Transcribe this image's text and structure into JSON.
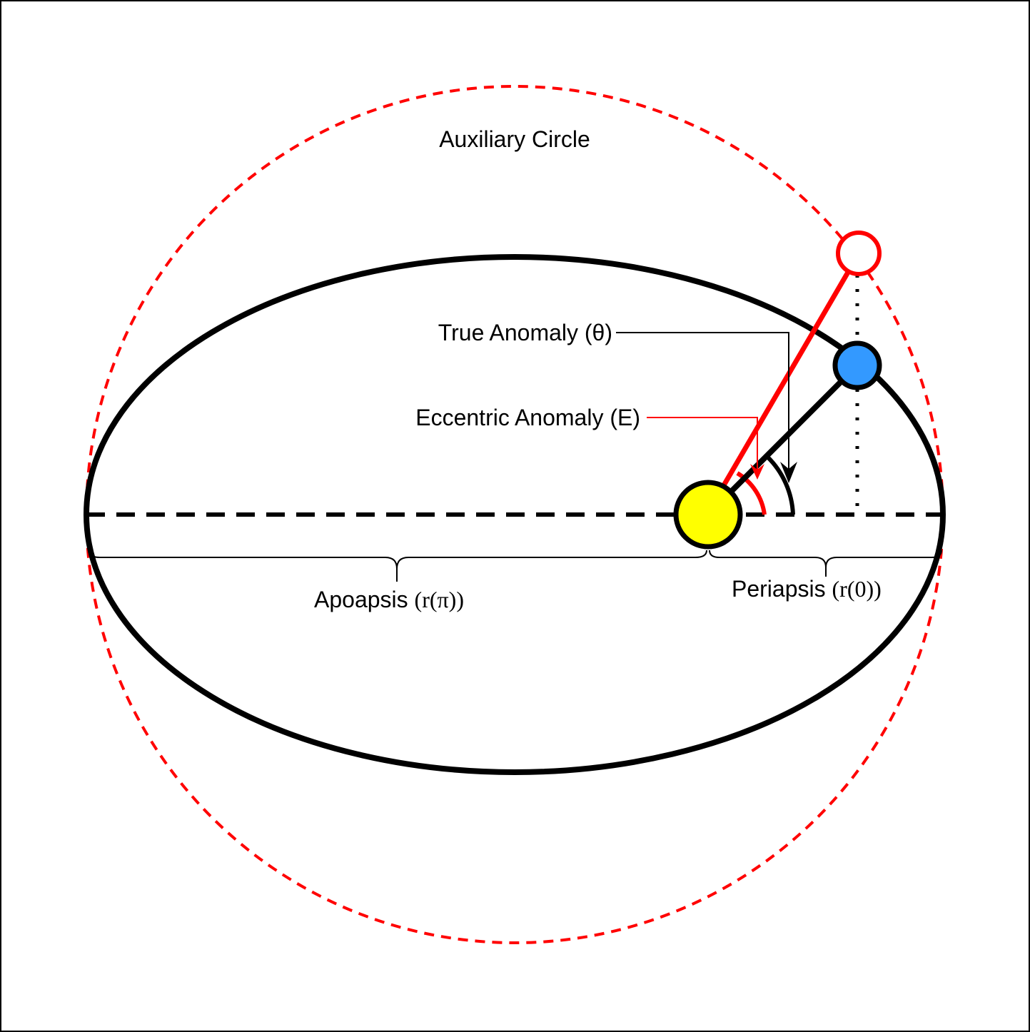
{
  "labels": {
    "auxiliary_circle": "Auxiliary Circle",
    "true_anomaly": "True Anomaly (θ)",
    "eccentric_anomaly": "Eccentric Anomaly (E)",
    "apoapsis_prefix": "Apoapsis ",
    "apoapsis_math": "(r(π))",
    "periapsis_prefix": "Periapsis ",
    "periapsis_math": "(r(0))"
  },
  "colors": {
    "orbit": "#000000",
    "auxiliary_circle": "#ff0000",
    "sun": "#ffff00",
    "planet": "#3399ff",
    "eccentric_pointer": "#ff0000",
    "true_pointer": "#000000"
  },
  "icons": {
    "sun": "sun-icon",
    "planet": "planet-icon",
    "auxiliary_point": "auxiliary-point-icon"
  }
}
